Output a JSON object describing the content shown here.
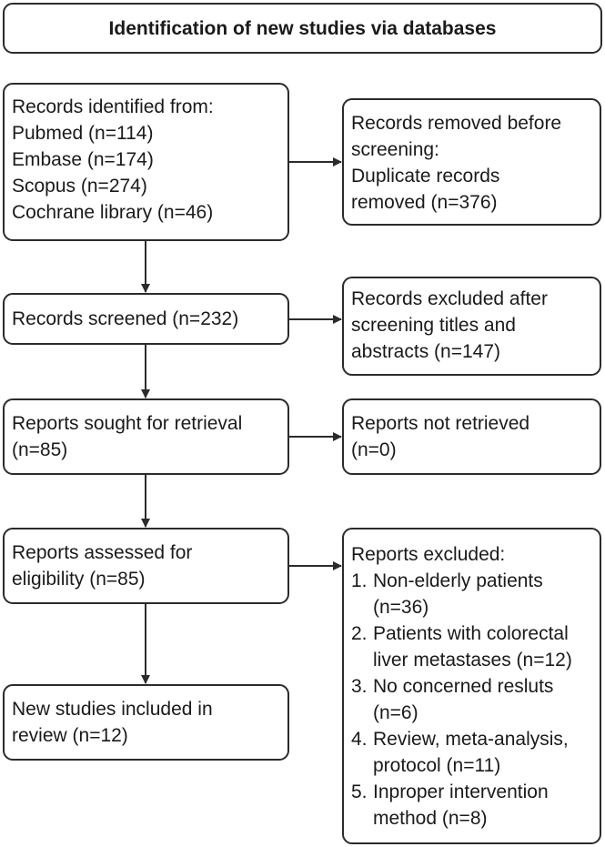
{
  "title": "Identification of new studies via databases",
  "identified": {
    "lines": [
      "Records identified from:",
      "Pubmed (n=114)",
      "Embase (n=174)",
      "Scopus (n=274)",
      "Cochrane library (n=46)"
    ]
  },
  "removed": {
    "lines": [
      "Records removed before",
      "screening:",
      "Duplicate records",
      "removed (n=376)"
    ]
  },
  "screened": {
    "lines": [
      "Records screened (n=232)"
    ]
  },
  "excluded_screening": {
    "lines": [
      "Records excluded after",
      "screening titles and",
      "abstracts (n=147)"
    ]
  },
  "sought": {
    "lines": [
      "Reports sought for retrieval",
      "(n=85)"
    ]
  },
  "not_retrieved": {
    "lines": [
      "Reports not retrieved",
      "(n=0)"
    ]
  },
  "assessed": {
    "lines": [
      "Reports assessed for",
      "eligibility (n=85)"
    ]
  },
  "included": {
    "lines": [
      "New studies included in",
      "review (n=12)"
    ]
  },
  "reports_excluded": {
    "heading": "Reports excluded:",
    "items": [
      {
        "num": "1.",
        "lines": [
          "Non-elderly patients",
          "(n=36)"
        ]
      },
      {
        "num": "2.",
        "lines": [
          "Patients with colorectal",
          "liver metastases (n=12)"
        ]
      },
      {
        "num": "3.",
        "lines": [
          "No concerned resluts",
          "(n=6)"
        ]
      },
      {
        "num": "4.",
        "lines": [
          "Review, meta-analysis,",
          "protocol (n=11)"
        ]
      },
      {
        "num": "5.",
        "lines": [
          "Inproper intervention",
          "method (n=8)"
        ]
      }
    ]
  }
}
